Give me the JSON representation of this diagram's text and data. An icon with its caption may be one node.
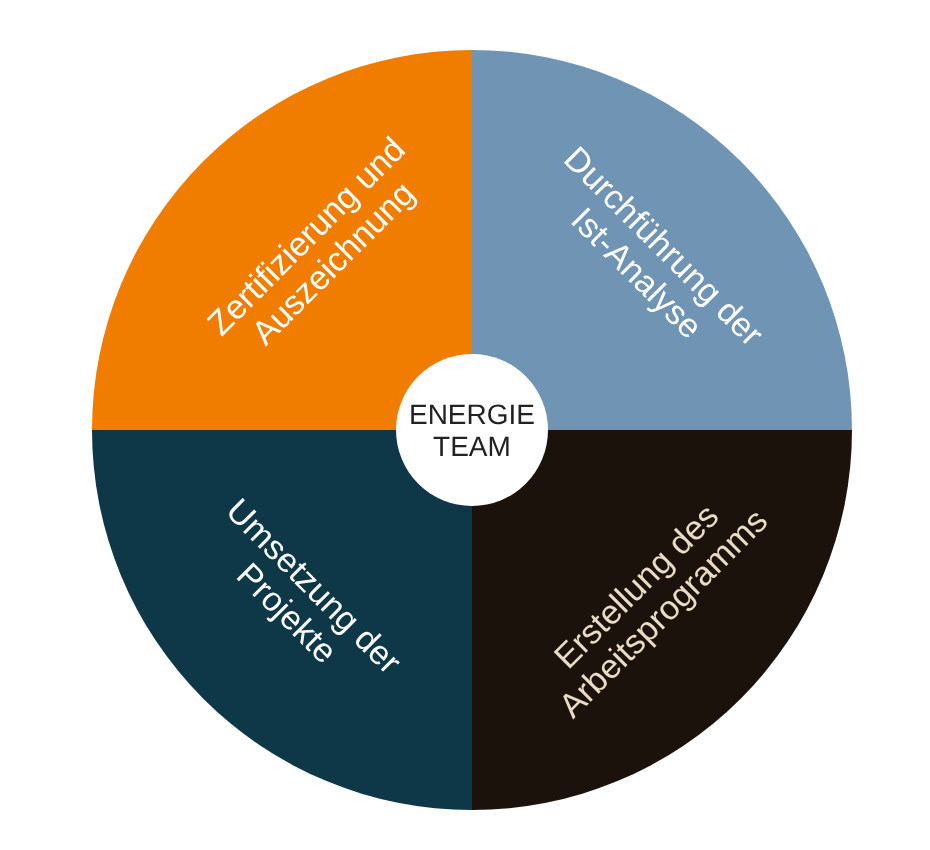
{
  "diagram": {
    "nodes": [
      {
        "text": [
          "ENERGIE TEAM"
        ]
      },
      {
        "text": [
          "Zertifizierung und Auszeichnung"
        ]
      },
      {
        "text": [
          "Durchführung der Ist-Analyse"
        ]
      },
      {
        "text": [
          "Erstellung des Arbeitsprogramms"
        ]
      },
      {
        "text": [
          "Umsetzung der Projekte"
        ]
      }
    ]
  }
}
